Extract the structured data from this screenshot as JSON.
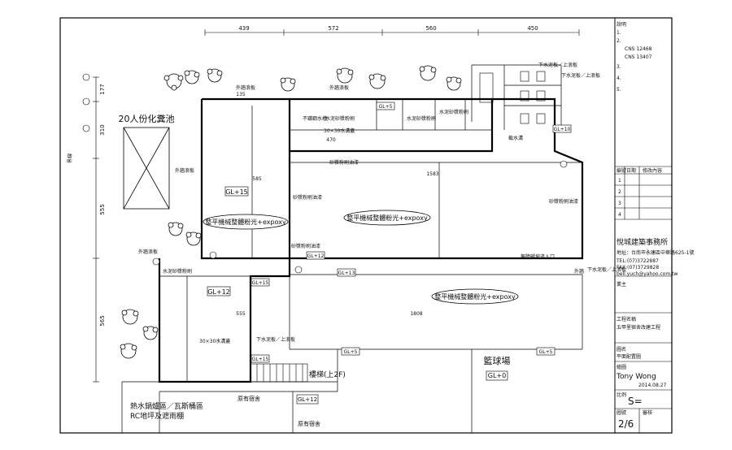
{
  "plan": {
    "dims_top": [
      "439",
      "572",
      "560",
      "450"
    ],
    "dims_left": [
      "177",
      "310",
      "555",
      "565"
    ],
    "septic_label": "20人份化糞池",
    "left_edge_label": "界線",
    "room_labels": {
      "floor_expoxy_1": "整平機械整體粉光+expoxy",
      "floor_expoxy_2": "整平機械整體粉光+expoxy",
      "floor_expoxy_3": "整平機械整體粉光+expoxy",
      "court": "籃球場",
      "court_gl": "GL+0",
      "dorm_1": "原有宿舍",
      "dorm_2": "原有宿舍",
      "stairs": "樓梯(上2F)",
      "rc_note_1": "熱水鍋爐區／瓦斯桶區",
      "rc_note_2": "RC地坪及遮雨棚",
      "outer_wall_1": "外牆浪板",
      "outer_wall_2": "外牆浪板",
      "outer_wall_3": "外牆浪板",
      "outer_wall_4": "外牆浪板",
      "outer_wall_5": "外牆",
      "mud_board_1": "下水泥板／上浪板",
      "mud_board_2": "下水泥板／上浪板",
      "mud_board_3": "下水泥板／上浪板",
      "mud_board_4": "下水泥板／上浪板",
      "cement_curb_1": "水泥砂漿粉刷",
      "cement_curb_2": "水泥砂漿粉刷",
      "cement_curb_3": "水泥砂漿粉刷",
      "cement_curb_4": "水泥砂漿粉刷",
      "brick_wall_1": "砂漿粉刷油漆",
      "brick_wall_2": "砂漿粉刷油漆",
      "brick_wall_3": "砂漿粉刷油漆",
      "brick_wall_4": "砂漿粉刷油漆",
      "stainless": "不鏽鋼水槽",
      "hole_1": "30×30水溝蓋",
      "hole_2": "30×30水溝蓋",
      "water_cut": "截水溝",
      "ramp_note": "無障礙坡道入口",
      "gl_labels": [
        "GL+15",
        "GL+5",
        "GL+10",
        "GL+12",
        "GL+15",
        "GL+12",
        "GL+13",
        "GL+15",
        "GL+5",
        "GL+12",
        "GL+5"
      ],
      "dims_inner": [
        "1583",
        "470",
        "1808",
        "135",
        "585",
        "555"
      ]
    }
  },
  "title_block": {
    "notes_header": "說明",
    "notes": [
      "1.",
      "2.",
      "CNS 12468",
      "CNS 13407",
      "3.",
      "4.",
      "5."
    ],
    "rev_headers": [
      "編號",
      "日期",
      "修改內容"
    ],
    "rev_rows": [
      "1",
      "2",
      "3",
      "4"
    ],
    "firm_name": "悅城建築事務所",
    "firm_addr": "地址：台南市永康區中華路625-1號",
    "firm_tel": "TEL:(07)3722887",
    "firm_fax": "FAX:(07)3729828",
    "firm_email": "bell.yuch@yahoo.com.tw",
    "owner_label": "業主",
    "project_label": "工程名稱",
    "project_name": "五甲里宿舍改建工程",
    "drawing_label": "圖名",
    "drawing_name": "平面配置圖",
    "drawn_label": "繪圖",
    "drawn_by": "Tony Wong",
    "date": "2014.08.27",
    "scale_label": "比例",
    "scale_value": "S=",
    "sheet_label": "圖號",
    "sheet_value": "2/6",
    "check_label": "審核"
  }
}
